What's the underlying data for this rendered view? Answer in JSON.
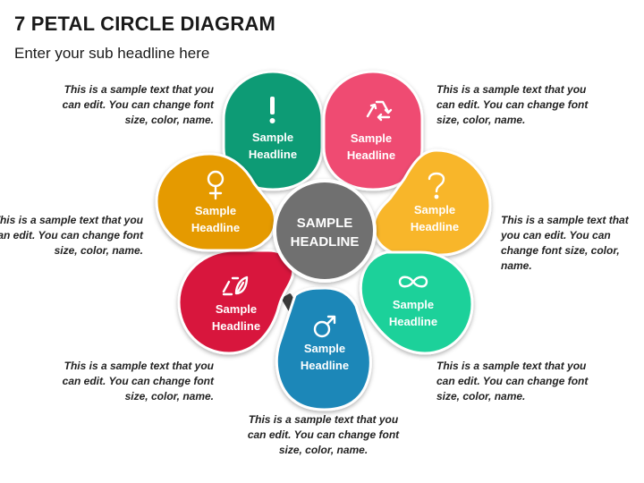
{
  "title": "7 PETAL CIRCLE DIAGRAM",
  "subtitle": "Enter your sub headline here",
  "center": {
    "line1": "SAMPLE",
    "line2": "HEADLINE",
    "color": "#707070"
  },
  "petals": [
    {
      "line1": "Sample",
      "line2": "Headline",
      "color": "#0E9B74",
      "icon": "exclamation-icon"
    },
    {
      "line1": "Sample",
      "line2": "Headline",
      "color": "#EF4C72",
      "icon": "recycle-icon"
    },
    {
      "line1": "Sample",
      "line2": "Headline",
      "color": "#F8B62B",
      "icon": "question-icon"
    },
    {
      "line1": "Sample",
      "line2": "Headline",
      "color": "#1FD19A",
      "icon": "infinity-icon"
    },
    {
      "line1": "Sample",
      "line2": "Headline",
      "color": "#1A87B8",
      "icon": "male-symbol-icon"
    },
    {
      "line1": "Sample",
      "line2": "Headline",
      "color": "#D8163C",
      "icon": "eco-recycle-icon"
    },
    {
      "line1": "Sample",
      "line2": "Headline",
      "color": "#E59A06",
      "icon": "female-symbol-icon"
    }
  ],
  "notes": {
    "n1": "This is a sample text that you can edit. You can change font size, color, name.",
    "n2": "This is a sample text that you can edit. You can change font size, color, name.",
    "n3": "This is a sample text that you can edit. You can change font size, color, name.",
    "n4": "This is a sample text that you can edit. You can change font size, color, name.",
    "n5": "This is a sample text that you can edit. You can change font size, color, name.",
    "n6": "This is a sample text that you can edit. You can change font size, color, name.",
    "n7": "This is a sample text that you can edit. You can change font size, color, name."
  }
}
